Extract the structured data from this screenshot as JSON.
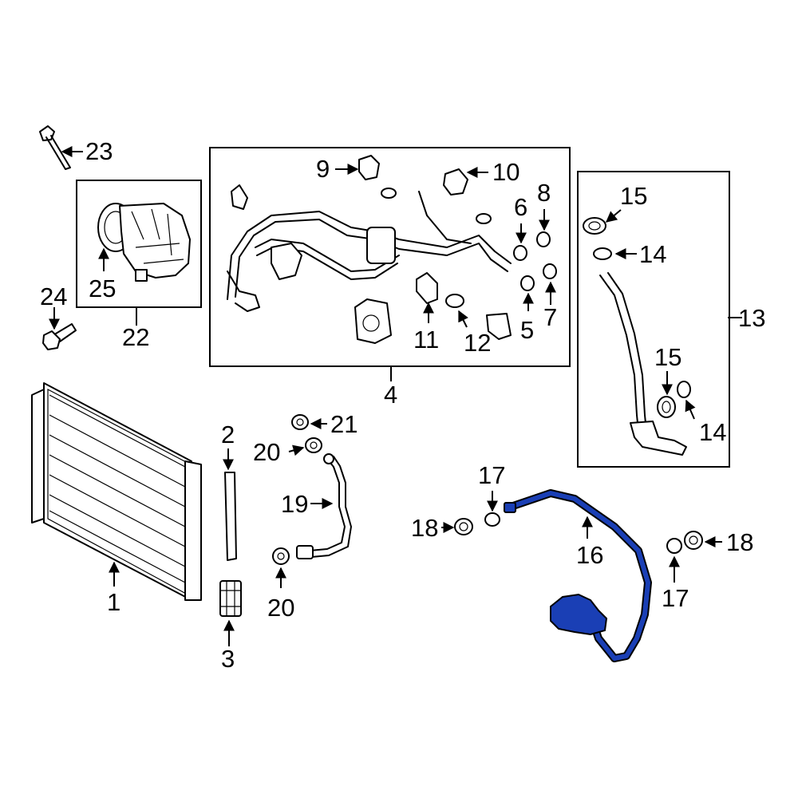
{
  "callouts": {
    "c1": "1",
    "c2": "2",
    "c3": "3",
    "c4": "4",
    "c5": "5",
    "c6": "6",
    "c7": "7",
    "c8": "8",
    "c9": "9",
    "c10": "10",
    "c11": "11",
    "c12": "12",
    "c13": "13",
    "c14a": "14",
    "c14b": "14",
    "c15a": "15",
    "c15b": "15",
    "c16": "16",
    "c17a": "17",
    "c17b": "17",
    "c18a": "18",
    "c18b": "18",
    "c19": "19",
    "c20a": "20",
    "c20b": "20",
    "c21": "21",
    "c22": "22",
    "c23": "23",
    "c24": "24",
    "c25": "25"
  },
  "colors": {
    "highlight": "#1a3fb5",
    "line": "#000000",
    "background": "#ffffff"
  }
}
